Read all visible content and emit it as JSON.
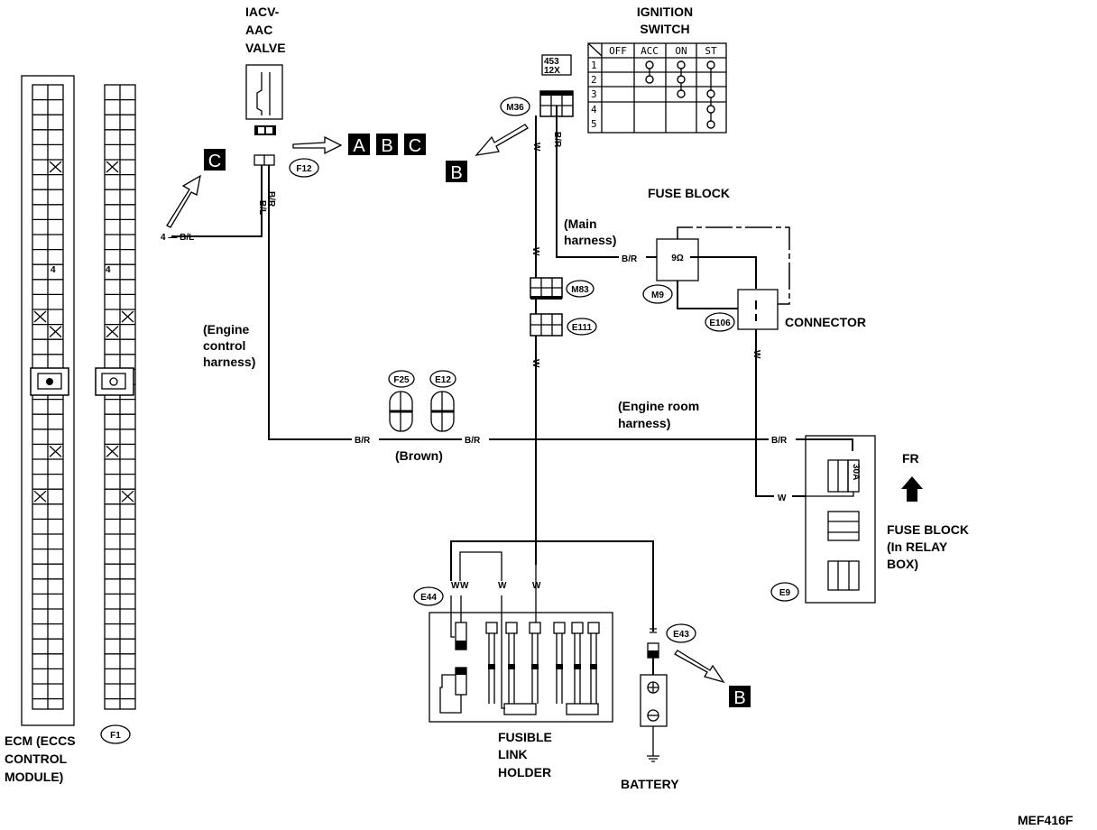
{
  "components": {
    "ecm": {
      "label_lines": [
        "ECM (ECCS",
        "CONTROL",
        "MODULE)"
      ],
      "pin_label": "4"
    },
    "f1": {
      "connector_id": "F1",
      "pin_label": "4"
    },
    "iacv": {
      "label_lines": [
        "IACV-",
        "AAC",
        "VALVE"
      ],
      "connector_id": "F12"
    },
    "ignition_switch": {
      "label_lines": [
        "IGNITION",
        "SWITCH"
      ],
      "connector_id": "M36",
      "pin_block": [
        "453",
        "12X"
      ],
      "columns": [
        "OFF",
        "ACC",
        "ON",
        "ST"
      ],
      "rows": [
        "1",
        "2",
        "3",
        "4",
        "5"
      ]
    },
    "fuse_block": {
      "label": "FUSE BLOCK",
      "connector_id": "M9",
      "fuse": "9Ω"
    },
    "connector": {
      "label": "CONNECTOR",
      "connector_id": "E106"
    },
    "relay_fuse_block": {
      "label_lines": [
        "FUSE BLOCK",
        "(In RELAY",
        "BOX)"
      ],
      "connector_id": "E9",
      "fuse": "30A"
    },
    "fusible_link_holder": {
      "label_lines": [
        "FUSIBLE",
        "LINK",
        "HOLDER"
      ],
      "connector_id": "E44"
    },
    "battery": {
      "label": "BATTERY",
      "connector_id": "E43"
    },
    "inline_connectors": {
      "m83": "M83",
      "e111": "E111",
      "f25": "F25",
      "e12": "E12",
      "brown": "(Brown)"
    }
  },
  "harness_labels": {
    "engine_control": [
      "(Engine",
      "control",
      "harness)"
    ],
    "main": [
      "(Main",
      "harness)"
    ],
    "engine_room": [
      "(Engine room",
      "harness)"
    ]
  },
  "wire_colors": {
    "bl": "B/L",
    "br": "B/R",
    "w": "W",
    "ecm_pin_bl": "4 — B/L"
  },
  "reference_boxes": {
    "a": "A",
    "b": "B",
    "c": "C"
  },
  "direction": "FR",
  "figure_code": "MEF416F"
}
